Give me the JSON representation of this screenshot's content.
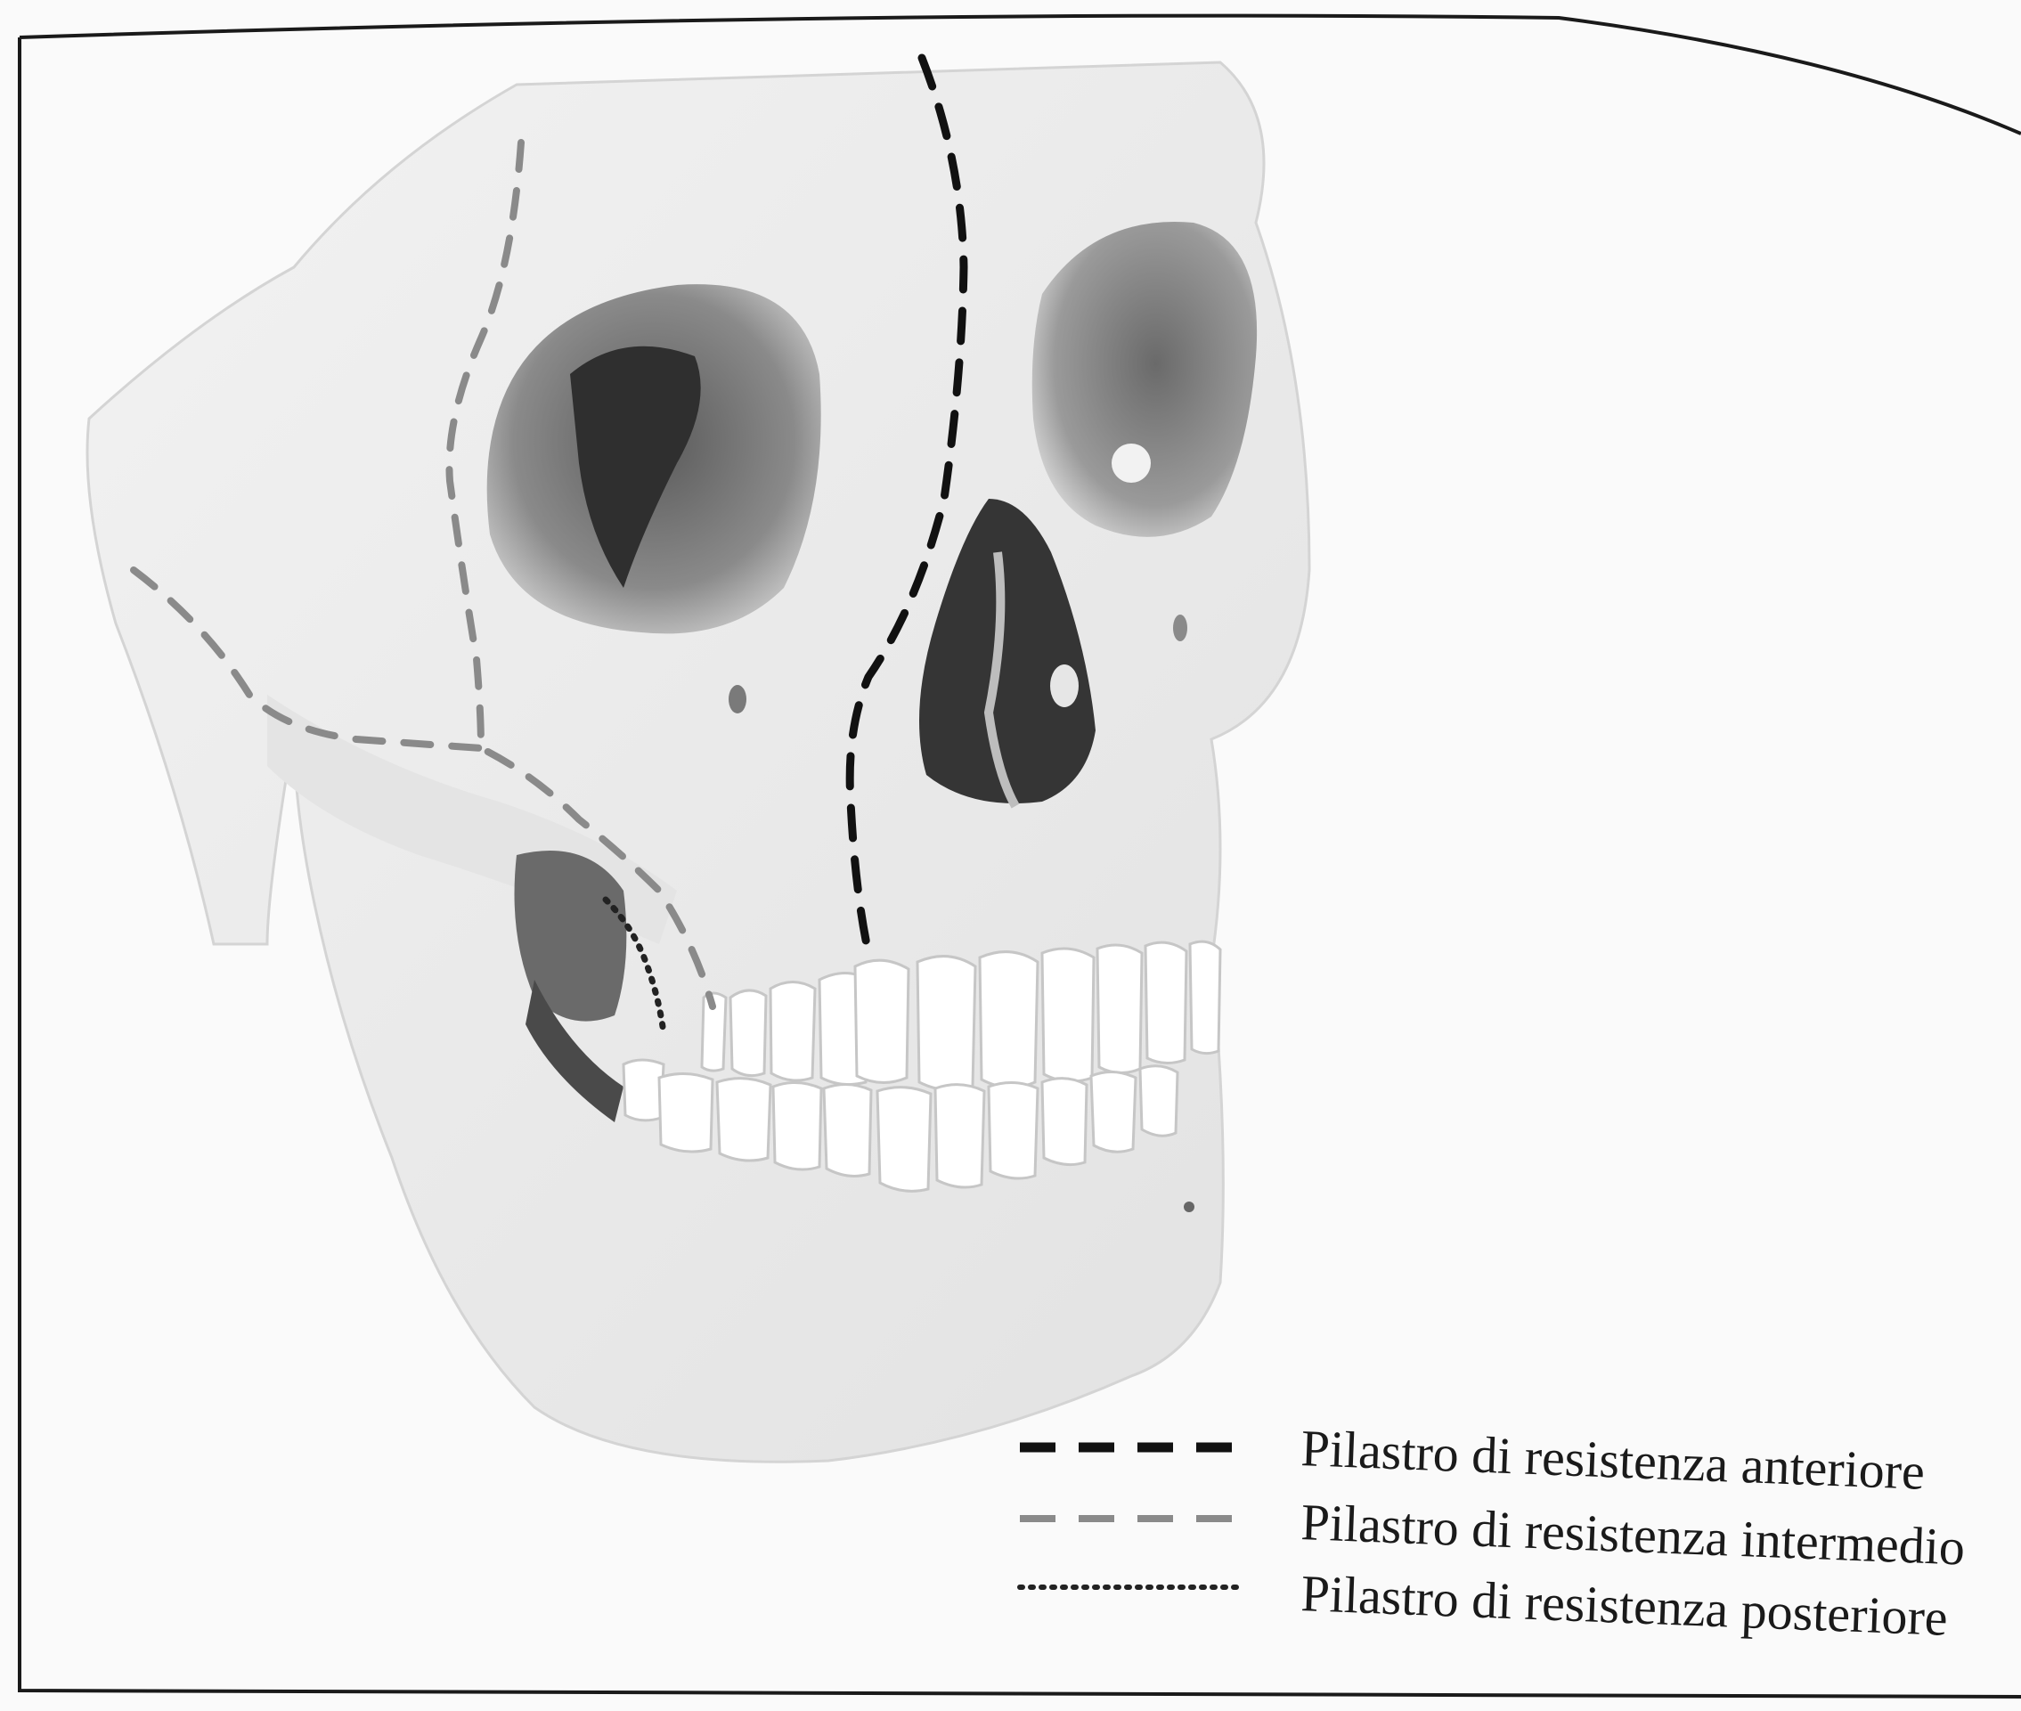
{
  "figure": {
    "legend": [
      {
        "label": "Pilastro di resistenza anteriore",
        "style": "dashed",
        "color": "#111111"
      },
      {
        "label": "Pilastro di resistenza intermedio",
        "style": "dashed",
        "color": "#8a8a8a"
      },
      {
        "label": "Pilastro di resistenza posteriore",
        "style": "dotted",
        "color": "#222222"
      }
    ],
    "background": "#fafafa",
    "bone_color": "#ededed",
    "cavity_color": "#3a3a3a"
  }
}
